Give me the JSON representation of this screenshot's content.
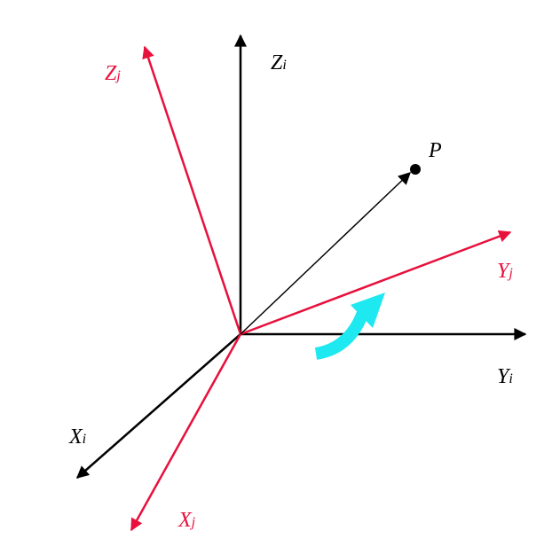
{
  "colors": {
    "original_frame": "#000000",
    "rotated_frame": "#e8103c",
    "rotation_arrow": "#1ee8f0",
    "background": "#ffffff"
  },
  "labels": {
    "z_i": {
      "main": "Z",
      "sub": "i"
    },
    "y_i": {
      "main": "Y",
      "sub": "i"
    },
    "x_i": {
      "main": "X",
      "sub": "i"
    },
    "z_j": {
      "main": "Z",
      "sub": "j"
    },
    "y_j": {
      "main": "Y",
      "sub": "j"
    },
    "x_j": {
      "main": "X",
      "sub": "j"
    },
    "point": "P"
  },
  "icons": {
    "rotation": "curved-rotation-arrow-icon",
    "point_marker": "filled-dot"
  }
}
